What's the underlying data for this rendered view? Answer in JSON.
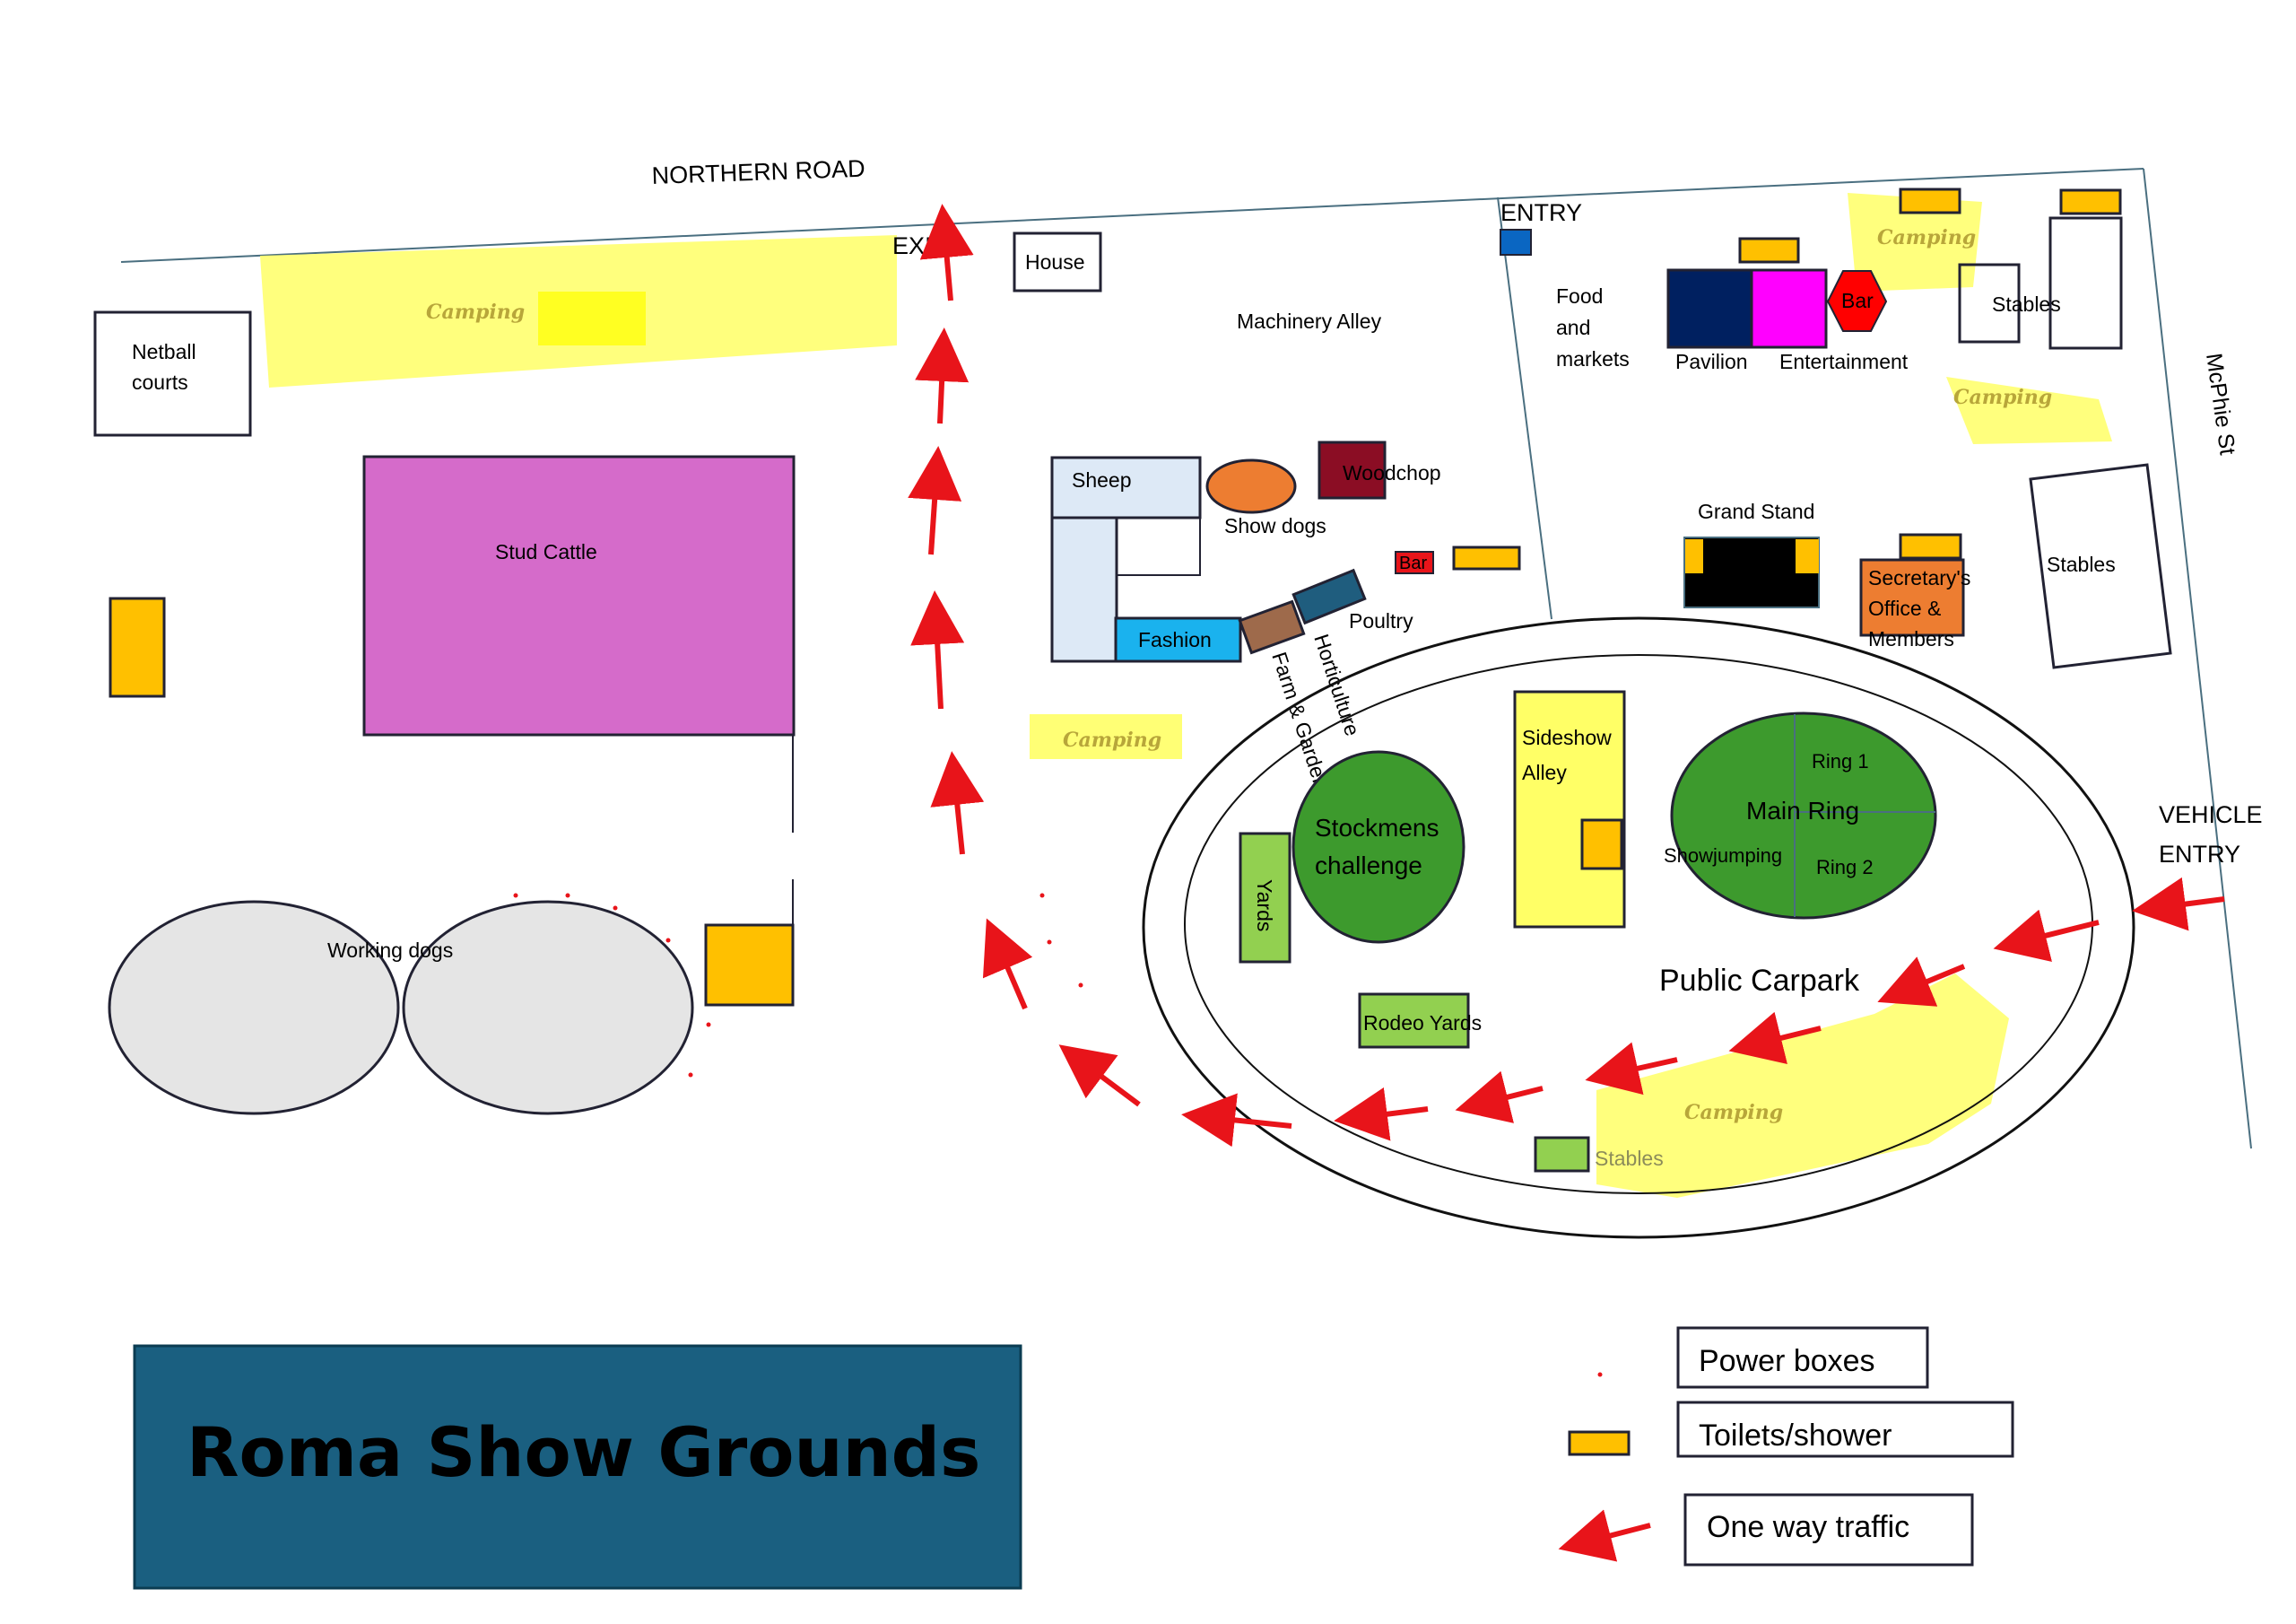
{
  "title": "Roma Show Grounds",
  "roads": {
    "north": "NORTHERN ROAD",
    "east": "McPhie St",
    "exit": "EXIT",
    "entry": "ENTRY",
    "vehicle_entry_line1": "VEHICLE",
    "vehicle_entry_line2": "ENTRY"
  },
  "areas": {
    "netball_line1": "Netball",
    "netball_line2": "courts",
    "stud_cattle": "Stud Cattle",
    "working_dogs": "Working dogs",
    "house": "House",
    "machinery_alley": "Machinery Alley",
    "food_line1": "Food",
    "food_line2": "and",
    "food_line3": "markets",
    "pavilion": "Pavilion",
    "entertainment": "Entertainment",
    "bar": "Bar",
    "stables": "Stables",
    "sheep": "Sheep",
    "show_dogs": "Show dogs",
    "woodchop": "Woodchop",
    "fashion": "Fashion",
    "poultry": "Poultry",
    "horticulture": "Horticulture",
    "farm_garden": "Farm & Garden",
    "grand_stand": "Grand Stand",
    "secretary_line1": "Secretary's",
    "secretary_line2": "Office &",
    "secretary_line3": "Members",
    "sideshow_line1": "Sideshow",
    "sideshow_line2": "Alley",
    "main_ring": "Main Ring",
    "ring1": "Ring 1",
    "ring2": "Ring 2",
    "showjumping": "Showjumping",
    "stockmens_line1": "Stockmens",
    "stockmens_line2": "challenge",
    "yards": "Yards",
    "rodeo_yards": "Rodeo Yards",
    "public_carpark": "Public Carpark",
    "camping": "Camping"
  },
  "legend": {
    "power_boxes": "Power boxes",
    "toilets": "Toilets/shower",
    "one_way": "One way traffic"
  },
  "colors": {
    "stud_cattle": "#d56bca",
    "toilet": "#ffc000",
    "camping_highlight": "#ffff66",
    "ring_green": "#3d9a2d",
    "light_green": "#92d050",
    "pavilion": "#002060",
    "entertainment": "#ff00ff",
    "bar": "#ff0000",
    "title_bg": "#1a5f80",
    "arrow": "#e8141a"
  }
}
